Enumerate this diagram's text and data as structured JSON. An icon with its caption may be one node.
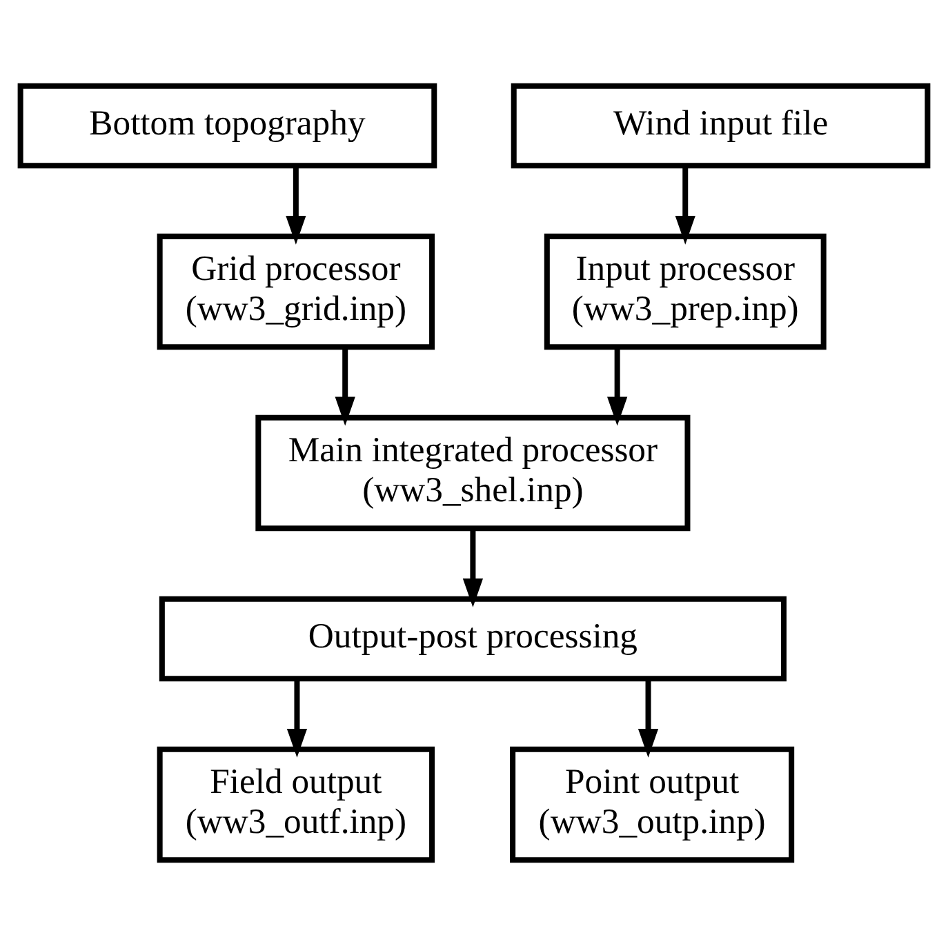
{
  "diagram": {
    "nodes": [
      {
        "text": [
          "Bottom topography"
        ]
      },
      {
        "text": [
          "Wind input file"
        ]
      },
      {
        "text": [
          "Grid processor (ww3_grid.inp)"
        ]
      },
      {
        "text": [
          "Input processor (ww3_prep.inp)"
        ]
      },
      {
        "text": [
          "Main integrated processor (ww3_shel.inp)"
        ]
      },
      {
        "text": [
          "Output-post processing"
        ]
      },
      {
        "text": [
          "Field output (ww3_outf.inp)"
        ]
      },
      {
        "text": [
          "Point output (ww3_outp.inp)"
        ]
      }
    ],
    "edges": [
      {
        "from": 0,
        "to": 2,
        "arrow": "to"
      },
      {
        "from": 1,
        "to": 3,
        "arrow": "to"
      },
      {
        "from": 2,
        "to": 4,
        "arrow": "to"
      },
      {
        "from": 3,
        "to": 4,
        "arrow": "to"
      },
      {
        "from": 4,
        "to": 5,
        "arrow": "to"
      },
      {
        "from": 5,
        "to": 6,
        "arrow": "to"
      },
      {
        "from": 5,
        "to": 7,
        "arrow": "to"
      }
    ]
  }
}
